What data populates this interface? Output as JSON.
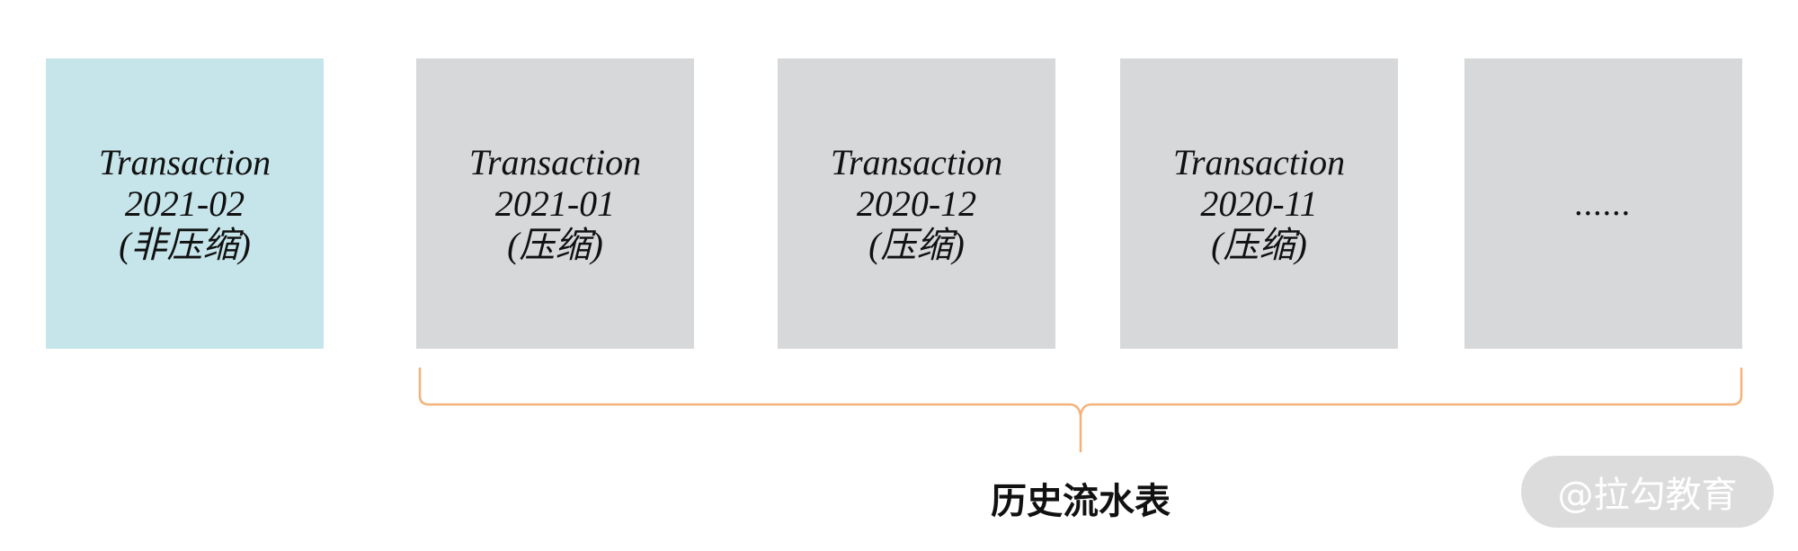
{
  "diagram": {
    "current_partition": {
      "title": "Transaction",
      "period": "2021-02",
      "status": "(非压缩)",
      "color": "#c6e5ea"
    },
    "history_partitions": [
      {
        "title": "Transaction",
        "period": "2021-01",
        "status": "(压缩)"
      },
      {
        "title": "Transaction",
        "period": "2020-12",
        "status": "(压缩)"
      },
      {
        "title": "Transaction",
        "period": "2020-11",
        "status": "(压缩)"
      },
      {
        "ellipsis": "......"
      }
    ],
    "history_color": "#d7d8da",
    "brace_color": "#f4b27a",
    "group_label": "历史流水表"
  },
  "watermark": {
    "text": "@拉勾教育"
  }
}
